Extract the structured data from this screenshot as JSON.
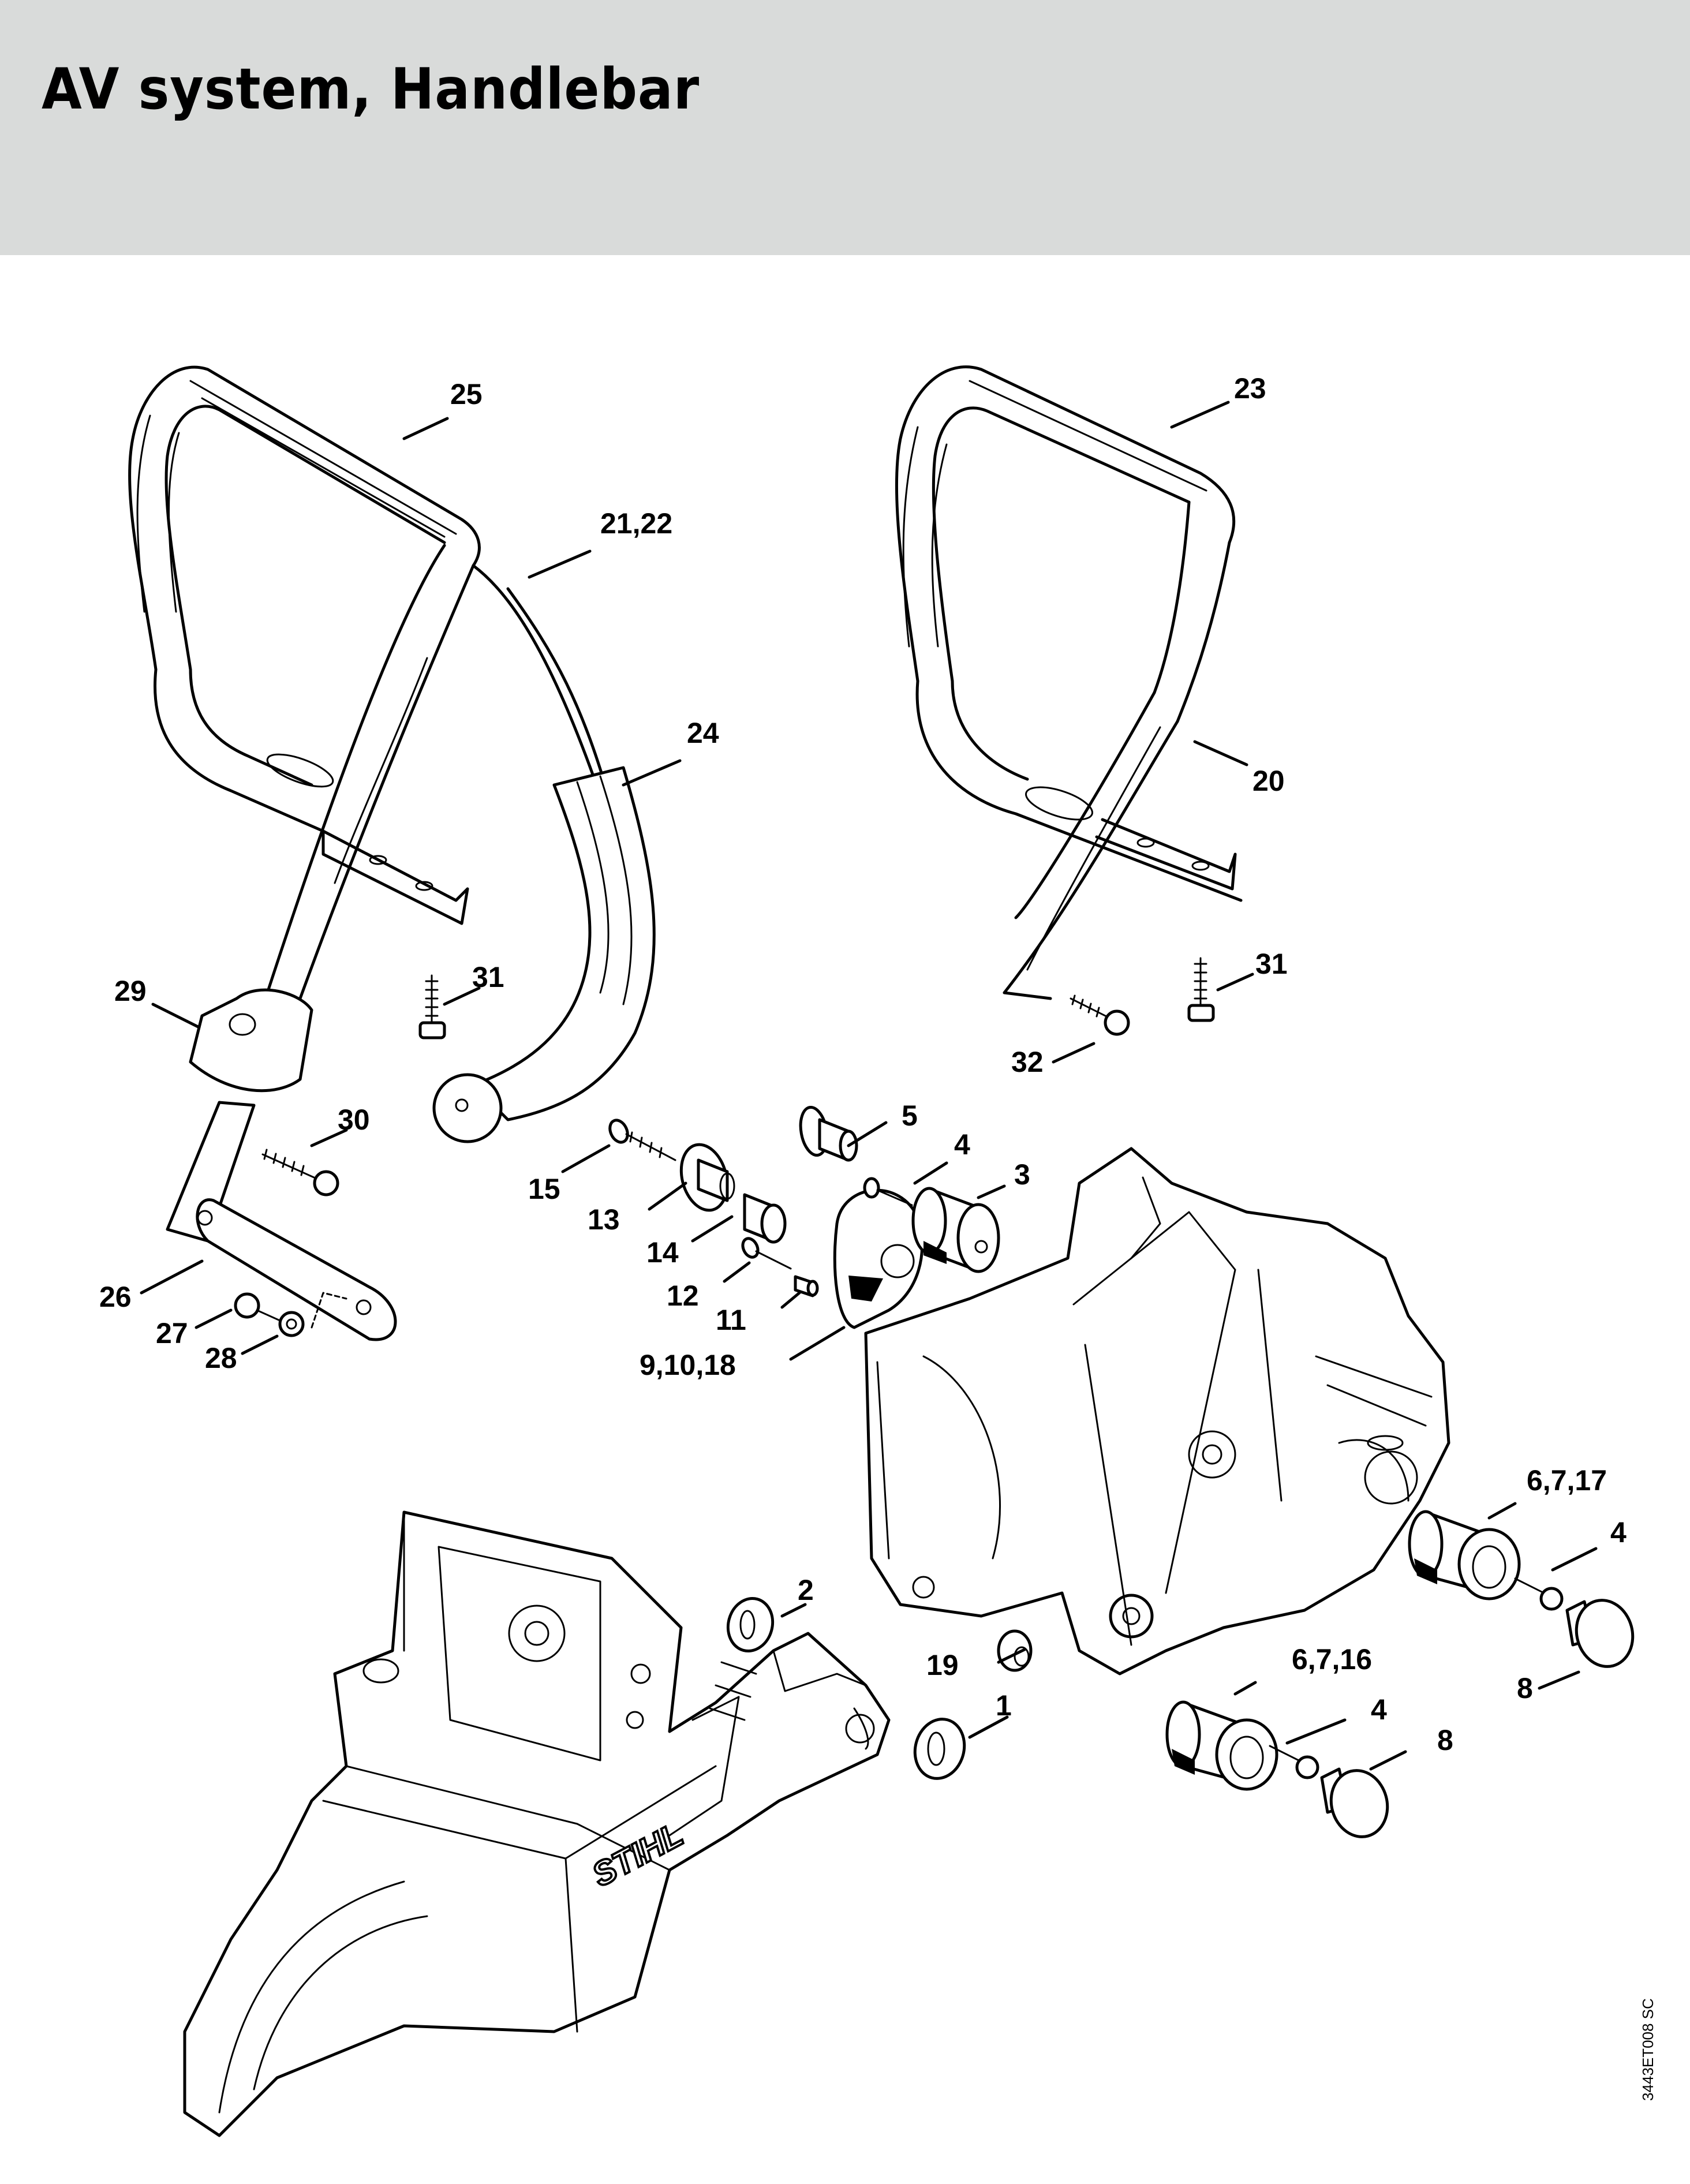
{
  "header": {
    "title": "AV system, Handlebar",
    "background_color": "#d9dbda"
  },
  "diagram": {
    "drawing_code": "3443ET008 SC",
    "brand_mark": "STIHL",
    "callouts": [
      {
        "id": "c25",
        "label": "25"
      },
      {
        "id": "c21_22",
        "label": "21,22"
      },
      {
        "id": "c24",
        "label": "24"
      },
      {
        "id": "c23",
        "label": "23"
      },
      {
        "id": "c20",
        "label": "20"
      },
      {
        "id": "c29",
        "label": "29"
      },
      {
        "id": "c31a",
        "label": "31"
      },
      {
        "id": "c31b",
        "label": "31"
      },
      {
        "id": "c32",
        "label": "32"
      },
      {
        "id": "c30",
        "label": "30"
      },
      {
        "id": "c26",
        "label": "26"
      },
      {
        "id": "c27",
        "label": "27"
      },
      {
        "id": "c28",
        "label": "28"
      },
      {
        "id": "c15",
        "label": "15"
      },
      {
        "id": "c13",
        "label": "13"
      },
      {
        "id": "c14",
        "label": "14"
      },
      {
        "id": "c12",
        "label": "12"
      },
      {
        "id": "c11",
        "label": "11"
      },
      {
        "id": "c9_10_18",
        "label": "9,10,18"
      },
      {
        "id": "c5",
        "label": "5"
      },
      {
        "id": "c4a",
        "label": "4"
      },
      {
        "id": "c3",
        "label": "3"
      },
      {
        "id": "c6_7_17",
        "label": "6,7,17"
      },
      {
        "id": "c4b",
        "label": "4"
      },
      {
        "id": "c8a",
        "label": "8"
      },
      {
        "id": "c2",
        "label": "2"
      },
      {
        "id": "c19",
        "label": "19"
      },
      {
        "id": "c1",
        "label": "1"
      },
      {
        "id": "c6_7_16",
        "label": "6,7,16"
      },
      {
        "id": "c4c",
        "label": "4"
      },
      {
        "id": "c8b",
        "label": "8"
      }
    ]
  }
}
